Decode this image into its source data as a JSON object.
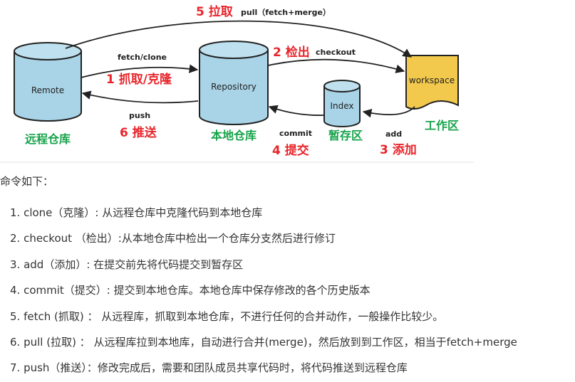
{
  "diagram": {
    "nodes": {
      "remote": {
        "label": "Remote",
        "caption": "远程仓库"
      },
      "repository": {
        "label": "Repository",
        "caption": "本地仓库"
      },
      "index": {
        "label": "Index",
        "caption": "暂存区"
      },
      "workspace": {
        "label": "workspace",
        "caption": "工作区"
      }
    },
    "edges": {
      "pull": {
        "step": "5 拉取",
        "label": "pull（fetch+merge）"
      },
      "fetch": {
        "step": "1 抓取/克隆",
        "label": "fetch/clone"
      },
      "checkout": {
        "step": "2 检出",
        "label": "checkout"
      },
      "push": {
        "step": "6 推送",
        "label": "push"
      },
      "commit": {
        "step": "4 提交",
        "label": "commit"
      },
      "add": {
        "step": "3 添加",
        "label": "add"
      }
    },
    "colors": {
      "cylinder": "#a9d4e8",
      "workspace": "#f2c94c",
      "step": "#e8252b",
      "caption": "#16a34a"
    }
  },
  "intro": "命令如下：",
  "commands": [
    "1. clone（克隆）: 从远程仓库中克隆代码到本地仓库",
    "2. checkout （检出）:从本地仓库中检出一个仓库分支然后进行修订",
    "3. add（添加）: 在提交前先将代码提交到暂存区",
    "4. commit（提交）: 提交到本地仓库。本地仓库中保存修改的各个历史版本",
    "5. fetch (抓取) ： 从远程库，抓取到本地仓库，不进行任何的合并动作，一般操作比较少。",
    "6. pull (拉取) ： 从远程库拉到本地库，自动进行合并(merge)，然后放到到工作区，相当于fetch+merge",
    "7. push（推送）：修改完成后，需要和团队成员共享代码时，将代码推送到远程仓库"
  ]
}
